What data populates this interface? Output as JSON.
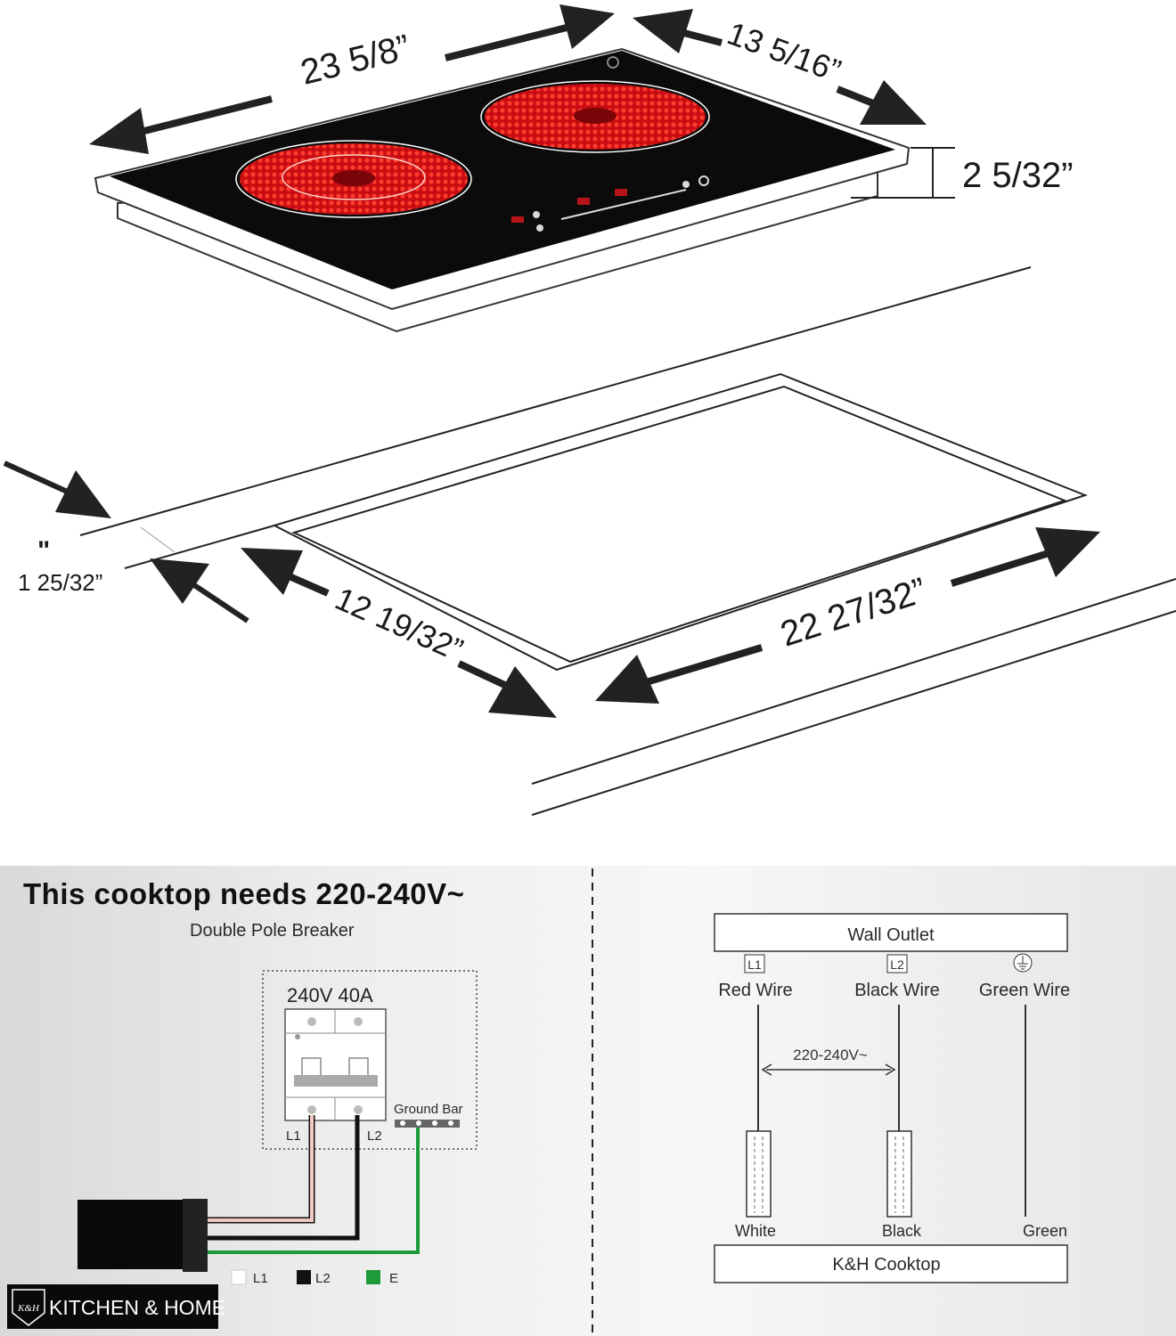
{
  "dimensions": {
    "width_top": "23 5/8”",
    "depth_top": "13 5/16”",
    "height": "2 5/32”",
    "thickness_mark": "\"",
    "thickness": "1 25/32”",
    "cutout_depth": "12 19/32”",
    "cutout_width": "22 27/32”"
  },
  "breaker_panel": {
    "heading": "This cooktop needs 220-240V~",
    "subheading": "Double Pole Breaker",
    "rating": "240V 40A",
    "terminal_l1": "L1",
    "terminal_l2": "L2",
    "ground_bar": "Ground Bar",
    "legend": [
      {
        "label": "L1",
        "color": "#ffffff"
      },
      {
        "label": "L2",
        "color": "#111111"
      },
      {
        "label": "E",
        "color": "#1f9a3a"
      }
    ],
    "brand_monogram": "K&H",
    "brand": "KITCHEN & HOME"
  },
  "wiring": {
    "outlet": "Wall Outlet",
    "terminals": [
      "L1",
      "L2"
    ],
    "ground_icon": "ground-icon",
    "wires": [
      "Red Wire",
      "Black Wire",
      "Green Wire"
    ],
    "voltage": "220-240V~",
    "leads": [
      "White",
      "Black",
      "Green"
    ],
    "cooktop": "K&H Cooktop"
  },
  "colors": {
    "burner": "#e8141c",
    "glass": "#0b0b0b",
    "ground_wire": "#1f9a3a",
    "l1_wire": "#f2c9c0"
  }
}
